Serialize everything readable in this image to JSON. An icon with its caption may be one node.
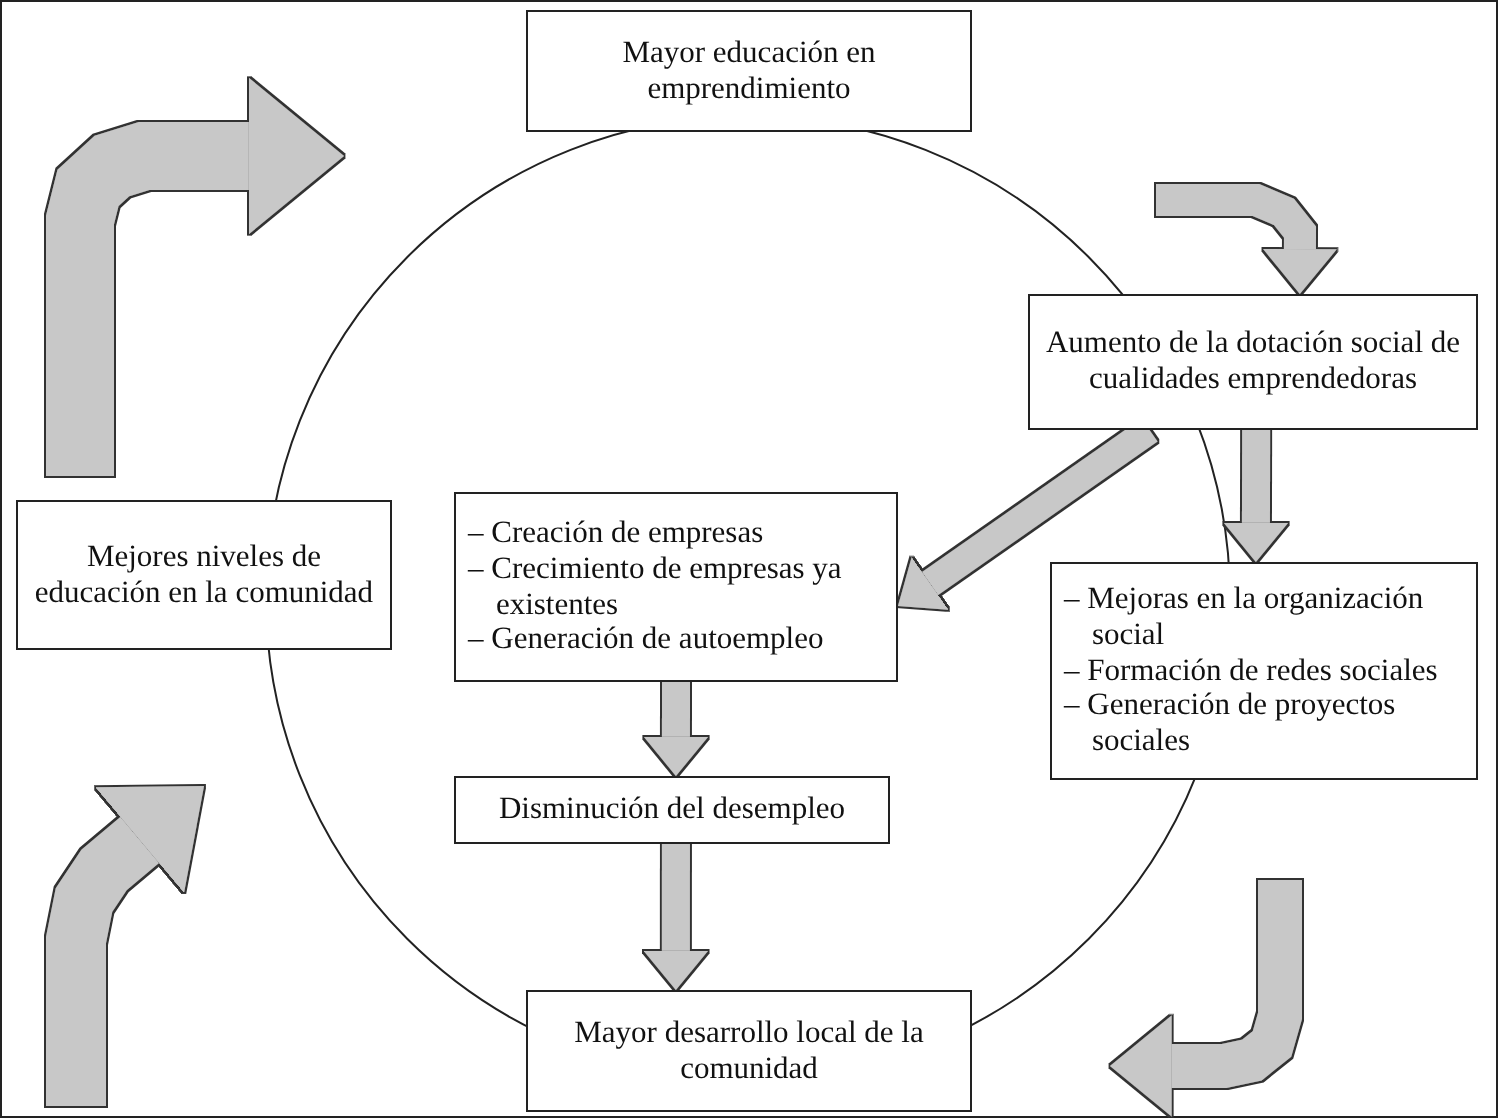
{
  "diagram": {
    "nodes": [
      {
        "text": [
          "Mayor educación en emprendimiento"
        ]
      },
      {
        "text": [
          "Aumento de la dotación social de cualidades emprendedoras"
        ]
      },
      {
        "text": [
          "– Creación de empresas",
          "– Crecimiento de empresas ya existentes",
          "– Generación de autoempleo"
        ]
      },
      {
        "text": [
          "Disminución del desempleo"
        ]
      },
      {
        "text": [
          "– Mejoras en la organización social",
          "– Formación de redes sociales",
          "– Generación de proyectos sociales"
        ]
      },
      {
        "text": [
          "Mayor desarrollo local de la comunidad"
        ]
      },
      {
        "text": [
          "Mejores niveles de educación en la comunidad"
        ]
      }
    ],
    "edges": [
      {
        "from": null,
        "to": 1,
        "arrow": "to"
      },
      {
        "from": 1,
        "to": 2,
        "arrow": "to"
      },
      {
        "from": 1,
        "to": 4,
        "arrow": "to"
      },
      {
        "from": 2,
        "to": 3,
        "arrow": "to"
      },
      {
        "from": 3,
        "to": 5,
        "arrow": "to"
      }
    ]
  }
}
